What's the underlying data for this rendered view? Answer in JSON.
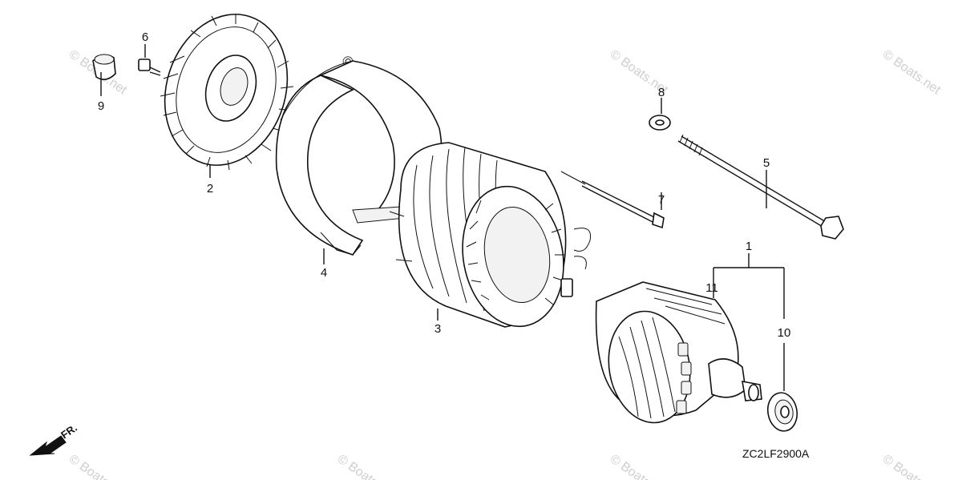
{
  "watermark": {
    "text": "© Boats.net",
    "prominent_text": "© Boats.net"
  },
  "diagram_code": "ZC2LF2900A",
  "direction_label": "FR.",
  "callouts": {
    "c1": "1",
    "c2": "2",
    "c3": "3",
    "c4": "4",
    "c5": "5",
    "c6": "6",
    "c7": "7",
    "c8": "8",
    "c9": "9",
    "c10": "10",
    "c11": "11"
  }
}
